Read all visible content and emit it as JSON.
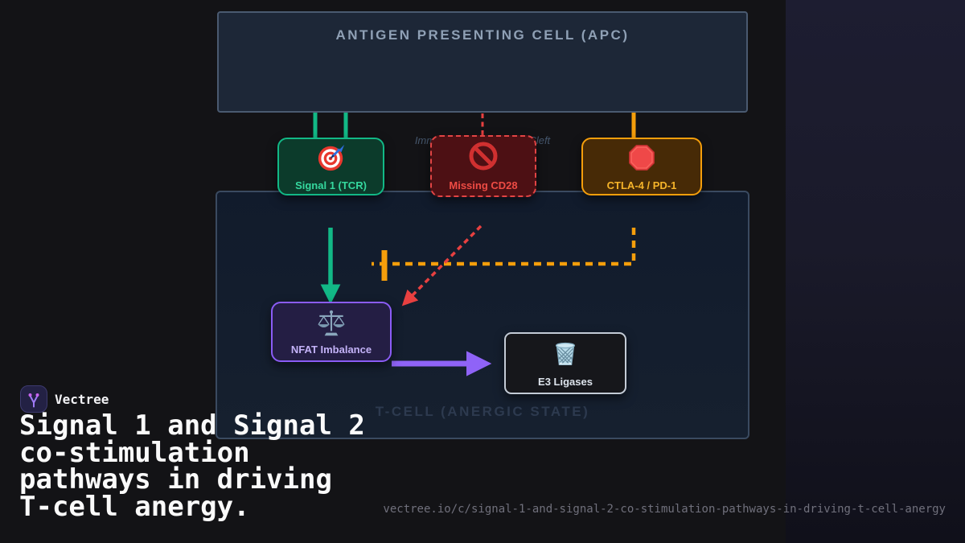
{
  "brand": {
    "name": "Vectree",
    "title_lines": [
      "Signal 1 and Signal 2",
      "co-stimulation",
      "pathways in driving",
      "T-cell anergy."
    ],
    "url": "vectree.io/c/signal-1-and-signal-2-co-stimulation-pathways-in-driving-t-cell-anergy"
  },
  "diagram": {
    "apc": {
      "label": "ANTIGEN PRESENTING CELL (APC)"
    },
    "tcell": {
      "label": "T-CELL (ANERGIC STATE)"
    },
    "cleft_label": "Immunological Synapse Cleft",
    "nodes": {
      "signal1": {
        "label": "Signal 1 (TCR)",
        "icon": "target-icon",
        "accent": "#12b886"
      },
      "missing_cd28": {
        "label": "Missing CD28",
        "icon": "prohibited-icon",
        "accent": "#e24444"
      },
      "ctla4_pd1": {
        "label": "CTLA-4 / PD-1",
        "icon": "stop-sign-icon",
        "accent": "#f59e0b"
      },
      "nfat": {
        "label": "NFAT Imbalance",
        "icon": "balance-scale-icon",
        "accent": "#8b5cf6"
      },
      "e3_ligases": {
        "label": "E3 Ligases",
        "icon": "wastebasket-icon",
        "accent": "#c3cbd6"
      }
    },
    "connectors": {
      "tcr_engagement_color": "#12b886",
      "missing_costim_color": "#e84040",
      "inhibitory_color": "#f59e0b",
      "nfat_to_e3_color": "#8f63f7"
    },
    "background": {
      "canvas": "#131316",
      "apc_fill": "#1d2737",
      "tcell_fill": "#16202f"
    }
  }
}
